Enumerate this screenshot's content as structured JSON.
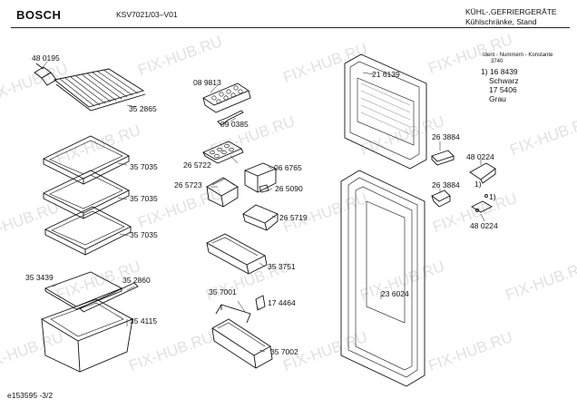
{
  "header": {
    "brand": "BOSCH",
    "model": "KSV7021/03–V01",
    "category": "KÜHL-,GEFRIERGERÄTE",
    "subcategory": "Kühlschränke, Stand"
  },
  "ident_box": {
    "title": "Ident - Nummern - Konstante",
    "number": "3740",
    "lines": [
      "1)  16 8439",
      "Schwarz",
      "17 5406",
      "Grau"
    ]
  },
  "parts": [
    "48 0195",
    "35 2865",
    "08 9813",
    "09 0385",
    "21 6139",
    "35 7035",
    "35 7035",
    "35 7035",
    "26 5722",
    "26 5723",
    "06 6765",
    "26 5090",
    "26 5719",
    "26 3884",
    "26 3884",
    "48 0224",
    "48 0224",
    "35 3439",
    "35 2860",
    "35 4115",
    "35 3751",
    "35 7001",
    "17 4464",
    "35 7002",
    "23 6024"
  ],
  "footnote_markers": [
    "1)",
    "1)"
  ],
  "footer": {
    "doc_id": "e153595  -3/2"
  },
  "watermark": "FIX-HUB.RU"
}
